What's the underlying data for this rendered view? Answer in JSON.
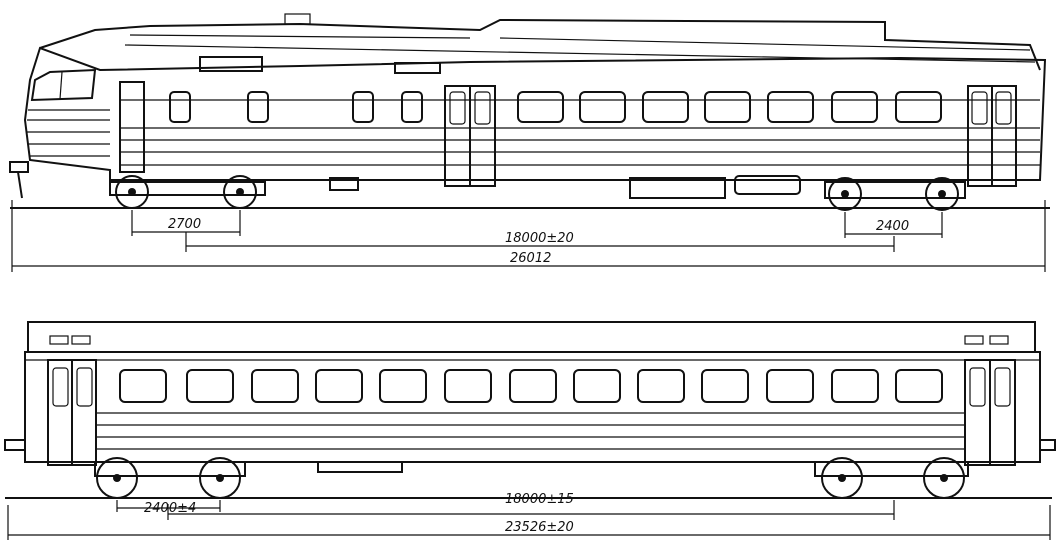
{
  "drawing": {
    "motor_car": {
      "dimensions": {
        "bogie_base": "2700",
        "bogie_base_rear": "2400",
        "bogie_centers": "18000±20",
        "overall_length": "26012"
      }
    },
    "trailer_car": {
      "dimensions": {
        "bogie_base": "2400±4",
        "bogie_centers": "18000±15",
        "overall_length": "23526±20"
      }
    }
  }
}
